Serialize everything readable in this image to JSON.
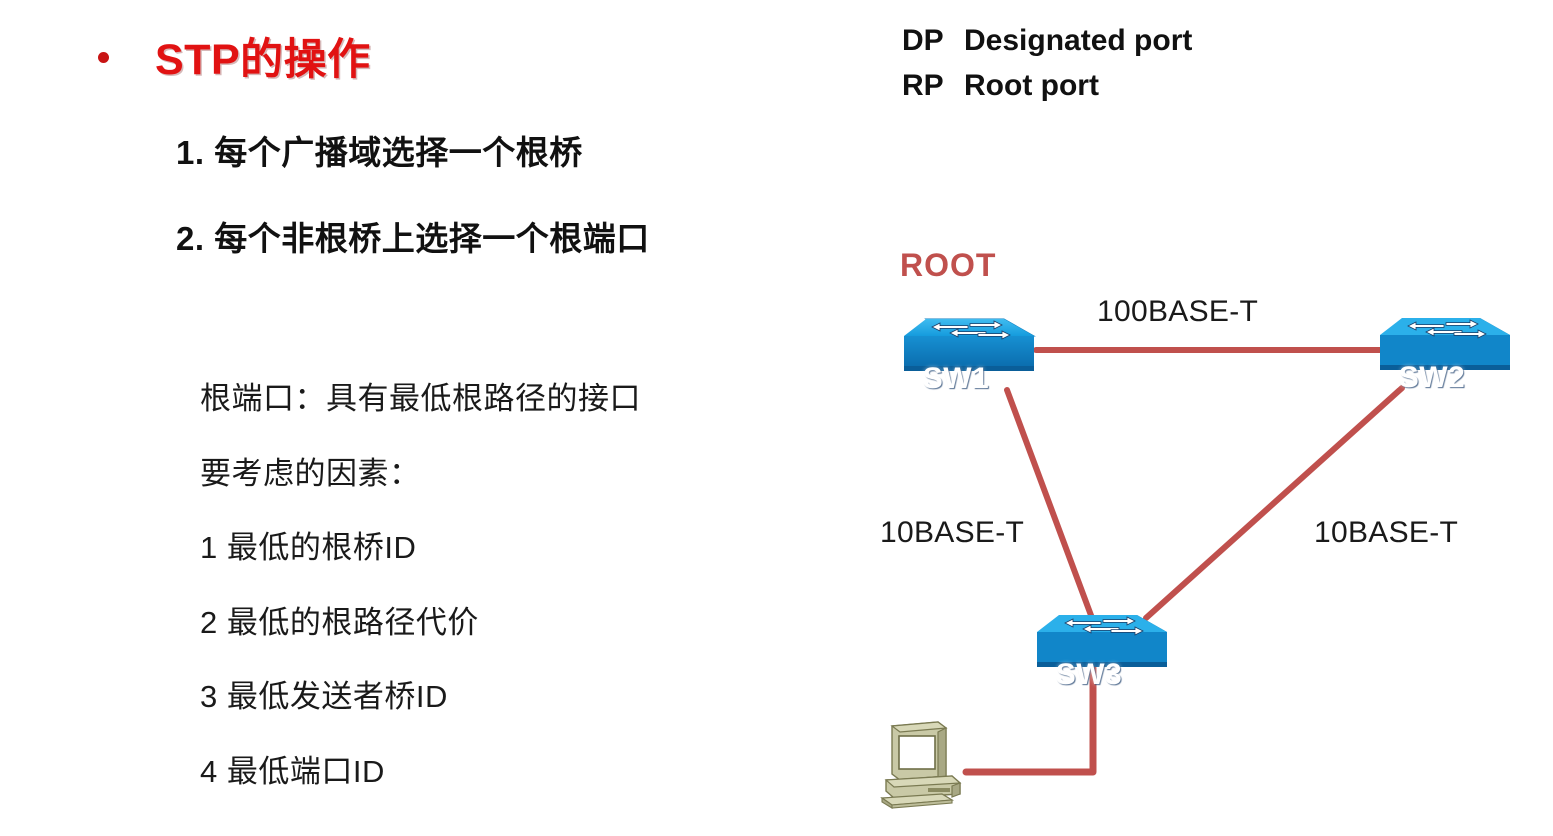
{
  "slide": {
    "title": "STP的操作",
    "bullet_icon": "bullet-dot-icon",
    "steps": [
      "1. 每个广播域选择一个根桥",
      "2. 每个非根桥上选择一个根端口"
    ],
    "body_lines": [
      "根端口：具有最低根路径的接口",
      "要考虑的因素：",
      "1 最低的根桥ID",
      "2 最低的根路径代价",
      "3 最低发送者桥ID",
      "4 最低端口ID"
    ]
  },
  "legend": {
    "rows": [
      {
        "abbr": "DP",
        "text": "Designated port"
      },
      {
        "abbr": "RP",
        "text": "Root port"
      }
    ]
  },
  "diagram": {
    "root_label": "ROOT",
    "nodes": [
      {
        "id": "sw1",
        "label": "SW1",
        "type": "switch"
      },
      {
        "id": "sw2",
        "label": "SW2",
        "type": "switch"
      },
      {
        "id": "sw3",
        "label": "SW3",
        "type": "switch"
      },
      {
        "id": "pc1",
        "label": "",
        "type": "workstation"
      }
    ],
    "links": [
      {
        "from": "sw1",
        "to": "sw2",
        "label": "100BASE-T"
      },
      {
        "from": "sw1",
        "to": "sw3",
        "label": "10BASE-T"
      },
      {
        "from": "sw2",
        "to": "sw3",
        "label": "10BASE-T"
      },
      {
        "from": "sw3",
        "to": "pc1",
        "label": ""
      }
    ]
  },
  "colors": {
    "title_red": "#E11212",
    "root_red": "#C0504D",
    "link_red": "#C0504D",
    "switch_blue": "#1C9FE0",
    "switch_blue_dark": "#0B6FAF",
    "pc_beige": "#C9C9A6",
    "text_black": "#141414",
    "background": "#FFFFFF"
  }
}
